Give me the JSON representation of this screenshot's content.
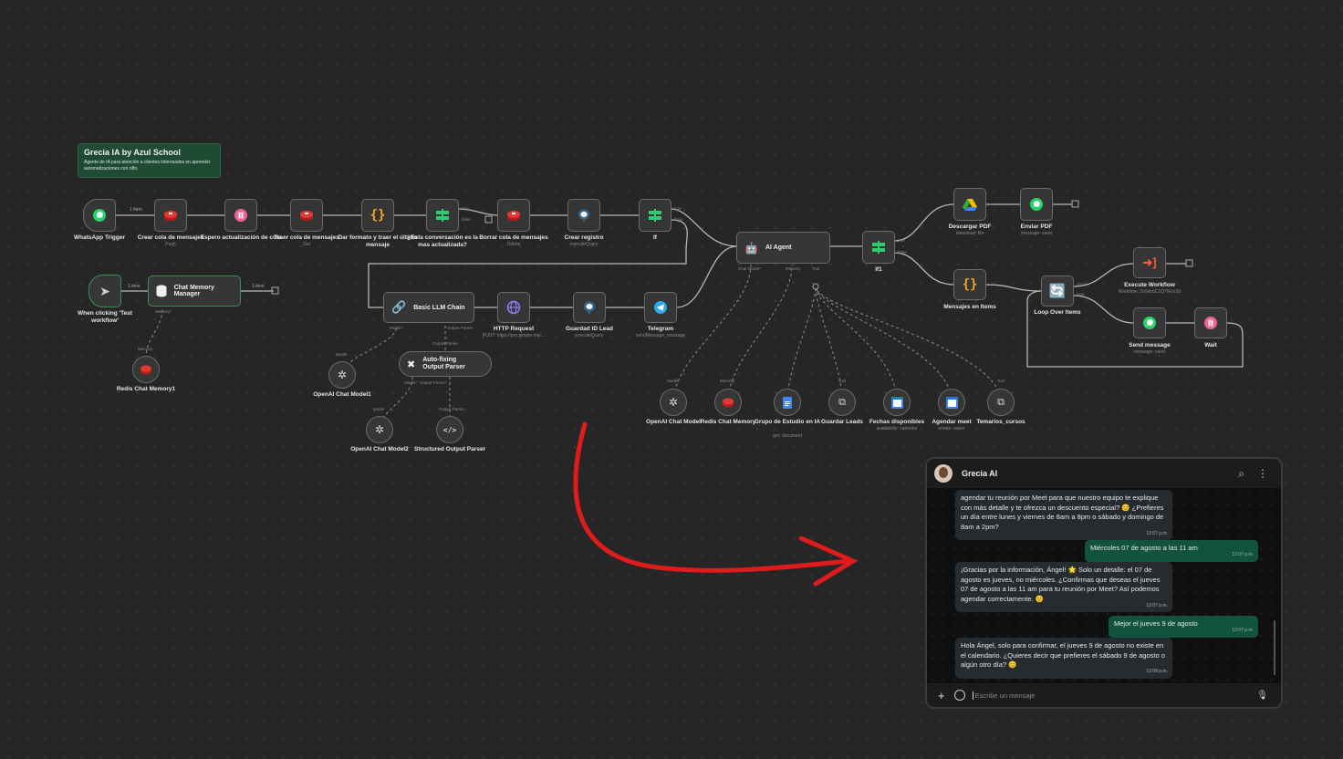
{
  "sticky": {
    "title": "Grecia IA by Azul School",
    "description": "Agente de IA para atención a clientes interesados en aprender automatizaciones con n8n."
  },
  "counts": {
    "c1": "1 item",
    "c2": "1 item",
    "c3": "1 item"
  },
  "nodes": {
    "whatsapp_trigger": {
      "label": "WhatsApp Trigger"
    },
    "crear_cola": {
      "label": "Crear cola de mensajes",
      "sub": "Push"
    },
    "espero": {
      "label": "Espero actualización de cola"
    },
    "traer_cola": {
      "label": "Traer cola de mensajes",
      "sub": "Get"
    },
    "dar_formato": {
      "label": "Dar formato y traer el último mensaje"
    },
    "esta_conv": {
      "label": "¿Esta conversación es la mas actualizada?"
    },
    "borrar_cola": {
      "label": "Borrar cola de mensajes",
      "sub": "Delete"
    },
    "crear_registro": {
      "label": "Crear registro",
      "sub": "executeQuery"
    },
    "if1": {
      "label": "If"
    },
    "manual_trigger": {
      "label": "When clicking 'Test workflow'"
    },
    "chat_memory_manager": {
      "label": "Chat Memory Manager"
    },
    "redis_memory1": {
      "label": "Redis Chat Memory1"
    },
    "basic_llm": {
      "label": "Basic LLM Chain"
    },
    "http_request": {
      "label": "HTTP Request",
      "sub": "POST: https://pro.altopie.me/..."
    },
    "guardad_lead": {
      "label": "Guardad ID Lead",
      "sub": "executeQuery"
    },
    "telegram": {
      "label": "Telegram",
      "sub": "sendMessage: message"
    },
    "openai_model1": {
      "label": "OpenAI Chat Model1"
    },
    "auto_fixing": {
      "label": "Auto-fixing Output Parser"
    },
    "openai_model2": {
      "label": "OpenAI Chat Model2"
    },
    "structured_parser": {
      "label": "Structured Output Parser"
    },
    "ai_agent": {
      "label": "AI Agent"
    },
    "if2": {
      "label": "If1"
    },
    "descargar_pdf": {
      "label": "Descargar PDF",
      "sub": "download: file"
    },
    "enviar_pdf": {
      "label": "Enviar PDF",
      "sub": "message: send"
    },
    "mensajes_items": {
      "label": "Mensajes en Items"
    },
    "loop_items": {
      "label": "Loop Over Items"
    },
    "execute_workflow": {
      "label": "Execute Workflow",
      "sub": "Workflow: 2o0dn0C1Q7NeX3d"
    },
    "send_message": {
      "label": "Send message",
      "sub": "message: send"
    },
    "wait": {
      "label": "Wait"
    },
    "openai_model": {
      "label": "OpenAI Chat Model"
    },
    "redis_memory": {
      "label": "Redis Chat Memory"
    },
    "grupo_estudio": {
      "label": "Grupo de Estudio en IA",
      "sub": "get: document"
    },
    "guardar_leads": {
      "label": "Guardar Leads"
    },
    "fechas": {
      "label": "Fechas disponibles",
      "sub": "availability: calendar"
    },
    "agendar_meet": {
      "label": "Agendar meet",
      "sub": "create: event"
    },
    "temarios": {
      "label": "Temarios_cursos"
    }
  },
  "ports": {
    "true": "true",
    "false": "false",
    "model": "Model",
    "memory": "Memory",
    "tool": "Tool",
    "output_parser": "Output Parser",
    "chat_model": "Chat Model*",
    "model_req": "Model*",
    "output_parser_req": "Output Parser*",
    "memory_req": "Memory*",
    "done": "done",
    "loop": "loop"
  },
  "chat": {
    "contact_name": "Grecia AI",
    "input_placeholder": "Escribe un mensaje",
    "messages": [
      {
        "dir": "in",
        "text": "agendar tu reunión por Meet para que nuestro equipo te explique con más detalle y te ofrezca un descuento especial? 😊 ¿Prefieres un día entre lunes y viernes de 8am a 8pm o sábado y domingo de 8am a 2pm?",
        "time": "12:07 p.m."
      },
      {
        "dir": "out",
        "text": "Miércoles 07 de agosto a las 11 am",
        "time": "12:07 p.m."
      },
      {
        "dir": "in",
        "text": "¡Gracias por la información, Ángel! 🌟 Solo un detalle: el 07 de agosto es jueves, no miércoles. ¿Confirmas que deseas el jueves 07 de agosto a las 11 am para tu reunión por Meet? Así podemos agendar correctamente. 😊",
        "time": "12:07 p.m."
      },
      {
        "dir": "out",
        "text": "Mejor el jueves 9 de agosto",
        "time": "12:07 p.m."
      },
      {
        "dir": "in",
        "text": "Hola Ángel, solo para confirmar, el jueves 9 de agosto no existe en el calendario. ¿Quieres decir que prefieres el sábado 9 de agosto o algún otro día? 😊",
        "time": "12:08 p.m."
      }
    ]
  },
  "colors": {
    "canvas": "#262626",
    "wire": "#b8b8b8",
    "sticky": "#1f4a33",
    "arrow": "#e01b1b",
    "bubble_out": "#125340",
    "bubble_in": "#262b2f"
  }
}
